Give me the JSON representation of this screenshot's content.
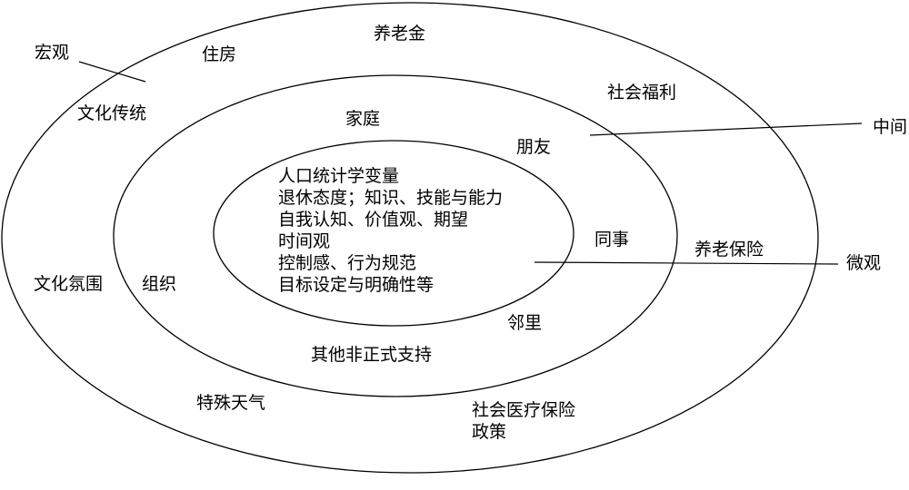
{
  "levels": {
    "macro": "宏观",
    "meso": "中间",
    "micro": "微观"
  },
  "outer_ring": [
    "养老金",
    "住房",
    "文化传统",
    "社会福利",
    "养老保险",
    "文化氛围",
    "特殊天气",
    "社会医疗保险",
    "政策"
  ],
  "middle_ring": [
    "家庭",
    "朋友",
    "同事",
    "组织",
    "邻里",
    "其他非正式支持"
  ],
  "inner_core": [
    "人口统计学变量",
    "退休态度；知识、技能与能力",
    "自我认知、价值观、期望",
    "时间观",
    "控制感、行为规范",
    "目标设定与明确性等"
  ]
}
